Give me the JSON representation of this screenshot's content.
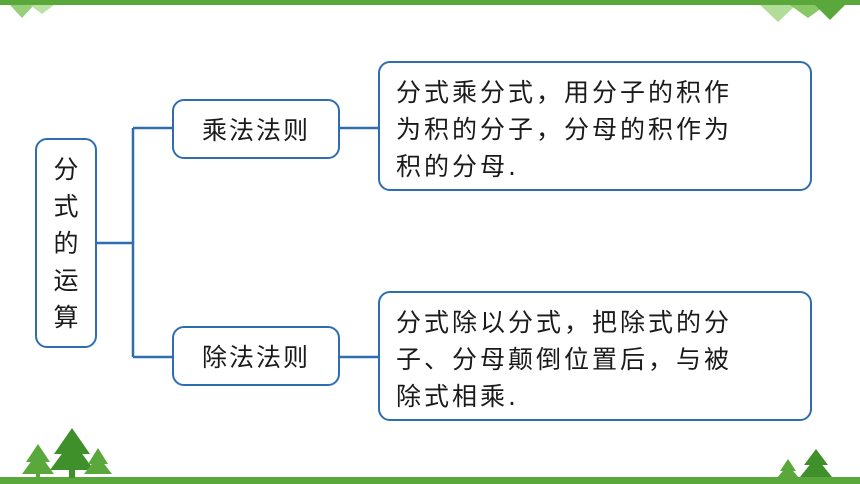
{
  "colors": {
    "accent_green": "#5aa83c",
    "box_border": "#2e6eb0",
    "connector": "#2e6eb0"
  },
  "diagram": {
    "root": {
      "chars": [
        "分",
        "式",
        "的",
        "运",
        "算"
      ]
    },
    "branches": [
      {
        "rule_label": "乘法法则",
        "description_lines": [
          "分式乘分式，用分子的积作",
          "为积的分子，分母的积作为",
          "积的分母."
        ]
      },
      {
        "rule_label": "除法法则",
        "description_lines": [
          "分式除以分式，把除式的分",
          "子、分母颠倒位置后，与被",
          "除式相乘."
        ]
      }
    ]
  },
  "decorations": {
    "top_icon": "chevron-pattern-icon",
    "bottom_left_icon": "pine-trees-icon",
    "bottom_right_icon": "pine-trees-icon"
  }
}
